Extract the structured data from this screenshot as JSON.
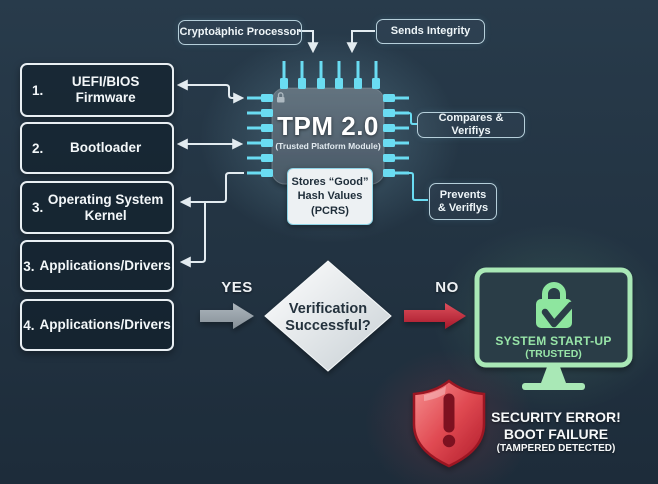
{
  "colors": {
    "background_top": "#283b4b",
    "background_bottom": "#1d2c3a",
    "accent_cyan": "#6adcf2",
    "wire_white": "#e3ebf0",
    "success_green": "#98e5a8",
    "error_red": "#c6202f"
  },
  "top_labels": {
    "crypto_processor": "Cryptoäphic Processor",
    "sends_integrity": "Sends Integrity"
  },
  "boot_stages": [
    {
      "number": "1.",
      "label": "UEFI/BIOS Firmware"
    },
    {
      "number": "2.",
      "label": "Bootloader"
    },
    {
      "number": "3.",
      "label": "Operating System Kernel"
    },
    {
      "number": "3.",
      "label": "Applications/Drivers"
    },
    {
      "number": "4.",
      "label": "Applications/Drivers"
    }
  ],
  "tpm": {
    "title": "TPM 2.0",
    "subtitle": "(Trusted Platform Module)",
    "stores_box": [
      "Stores “Good”",
      "Hash Values",
      "(PCRS)"
    ]
  },
  "side_labels": {
    "compares": "Compares & Verifiys",
    "prevents_line1": "Prevents",
    "prevents_line2": "& Veriflys"
  },
  "decision": {
    "line1": "Verification",
    "line2": "Successful?",
    "yes": "YES",
    "no": "NO"
  },
  "outcomes": {
    "success_line1": "SYSTEM START-UP",
    "success_line2": "(TRUSTED)",
    "error_line1": "SECURITY ERROR!",
    "error_line2": "BOOT FAILURE",
    "error_line3": "(TAMPERED DETECTED)"
  }
}
